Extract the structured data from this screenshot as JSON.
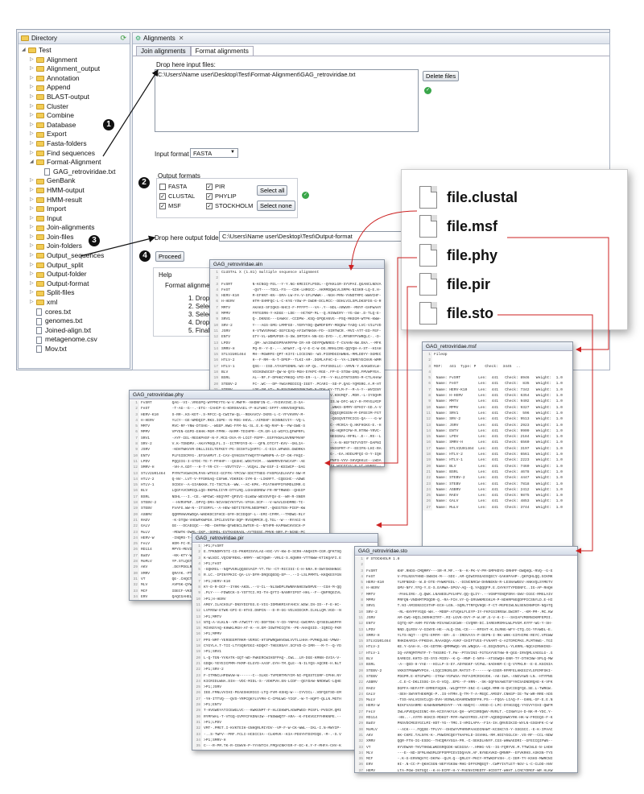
{
  "directory": {
    "title": "Directory",
    "root": "Test",
    "items": [
      {
        "label": "Alignment",
        "type": "folder",
        "level": 1
      },
      {
        "label": "Alignment_output",
        "type": "folder",
        "level": 1
      },
      {
        "label": "Annotation",
        "type": "folder",
        "level": 1
      },
      {
        "label": "Append",
        "type": "folder",
        "level": 1
      },
      {
        "label": "BLAST-output",
        "type": "folder",
        "level": 1
      },
      {
        "label": "Cluster",
        "type": "folder",
        "level": 1
      },
      {
        "label": "Combine",
        "type": "folder",
        "level": 1
      },
      {
        "label": "Database",
        "type": "folder",
        "level": 1
      },
      {
        "label": "Export",
        "type": "folder",
        "level": 1
      },
      {
        "label": "Fasta-folders",
        "type": "folder",
        "level": 1
      },
      {
        "label": "Find sequences",
        "type": "folder",
        "level": 1
      },
      {
        "label": "Format-Alignment",
        "type": "folder",
        "level": 1
      },
      {
        "label": "GAG_retroviridae.txt",
        "type": "file",
        "level": 2
      },
      {
        "label": "GenBank",
        "type": "folder",
        "level": 1
      },
      {
        "label": "HMM-output",
        "type": "folder",
        "level": 1
      },
      {
        "label": "HMM-result",
        "type": "folder",
        "level": 1
      },
      {
        "label": "Import",
        "type": "folder",
        "level": 1
      },
      {
        "label": "Input",
        "type": "folder",
        "level": 1
      },
      {
        "label": "Join-alignments",
        "type": "folder",
        "level": 1
      },
      {
        "label": "Join-files",
        "type": "folder",
        "level": 1
      },
      {
        "label": "Join-folders",
        "type": "folder",
        "level": 1
      },
      {
        "label": "Output_sequences",
        "type": "folder",
        "level": 1
      },
      {
        "label": "Output_split",
        "type": "folder",
        "level": 1
      },
      {
        "label": "Output-folder",
        "type": "folder",
        "level": 1
      },
      {
        "label": "Output-format",
        "type": "folder",
        "level": 1
      },
      {
        "label": "Split-files",
        "type": "folder",
        "level": 1
      },
      {
        "label": "xml",
        "type": "folder",
        "level": 1
      },
      {
        "label": "cores.txt",
        "type": "file",
        "level": 1
      },
      {
        "label": "genomes.txt",
        "type": "file",
        "level": 1
      },
      {
        "label": "Joined-align.txt",
        "type": "file",
        "level": 1
      },
      {
        "label": "metagenome.csv",
        "type": "file",
        "level": 1
      },
      {
        "label": "Mov.txt",
        "type": "file",
        "level": 1
      }
    ]
  },
  "alignments": {
    "title": "Alignments",
    "tabs": [
      "Join alignments",
      "Format alignments"
    ],
    "drop_input_label": "Drop here input files:",
    "input_path": "C:\\Users\\Name user\\Desktop\\Test\\Format-Alignment\\GAG_retroviridae.txt",
    "delete_button": "Delete files",
    "input_format_label": "Input format",
    "input_format_value": "FASTA",
    "output_formats_label": "Output formats",
    "formats": [
      {
        "label": "FASTA",
        "checked": false
      },
      {
        "label": "PIR",
        "checked": true
      },
      {
        "label": "CLUSTAL",
        "checked": true
      },
      {
        "label": "PHYLIP",
        "checked": true
      },
      {
        "label": "MSF",
        "checked": true
      },
      {
        "label": "STOCKHOLM",
        "checked": true
      }
    ],
    "select_all": "Select all",
    "select_none": "Select none",
    "drop_output_label": "Drop here output folder:",
    "output_path": "C:\\Users\\Name user\\Desktop\\Test\\Output-format",
    "proceed": "Proceed",
    "help_title": "Help",
    "help_label": "Format alignment:",
    "help_steps": [
      "1. Drop s",
      "2. Select",
      "3. Select",
      "4. Drop c",
      "5. Final,"
    ]
  },
  "steps": [
    "1",
    "2",
    "3",
    "4"
  ],
  "output_files": [
    "file.clustal",
    "file.msf",
    "file.phy",
    "file.pir",
    "file.sto"
  ],
  "windows": {
    "clustal": {
      "title": "GAG_retroviridae.aln",
      "header": "CLUSTAL X (1.81) multiple sequence alignment"
    },
    "msf": {
      "title": "GAG_retroviridae.msf",
      "header": "FileUp",
      "meta": "MSF:   441  Type: P    Check:  3445  ..",
      "rows": [
        [
          "Name: FvSRT",
          "Len:  441",
          "Check: 8946",
          "Weight:  1.0"
        ],
        [
          "Name: FeST",
          "Len:  441",
          "Check:  835",
          "Weight:  1.0"
        ],
        [
          "Name: HERV-K10",
          "Len:  441",
          "Check: 7342",
          "Weight:  1.0"
        ],
        [
          "Name: H-HERV",
          "Len:  441",
          "Check: 6354",
          "Weight:  1.0"
        ],
        [
          "Name: MMTV",
          "Len:  441",
          "Check: 9402",
          "Weight:  1.0"
        ],
        [
          "Name: MPMV",
          "Len:  441",
          "Check: 9327",
          "Weight:  1.0"
        ],
        [
          "Name: SRV1",
          "Len:  441",
          "Check:  596",
          "Weight:  1.0"
        ],
        [
          "Name: SRV-2",
          "Len:  441",
          "Check: 9513",
          "Weight:  1.0"
        ],
        [
          "Name: JSRV",
          "Len:  441",
          "Check: 2923",
          "Weight:  1.0"
        ],
        [
          "Name: ENTV",
          "Len:  441",
          "Check: 9909",
          "Weight:  1.0"
        ],
        [
          "Name: LPDV",
          "Len:  441",
          "Check: 2184",
          "Weight:  1.0"
        ],
        [
          "Name: SMRV-H",
          "Len:  441",
          "Check: 6560",
          "Weight:  1.0"
        ],
        [
          "Name: STLV2U01464",
          "Len:  441",
          "Check: 3197",
          "Weight:  1.0"
        ],
        [
          "Name: HTLV-2",
          "Len:  441",
          "Check: 6561",
          "Weight:  1.0"
        ],
        [
          "Name: HTLV-1",
          "Len:  441",
          "Check: 2223",
          "Weight:  1.0"
        ],
        [
          "Name: BLV",
          "Len:  441",
          "Check: 7460",
          "Weight:  1.0"
        ],
        [
          "Name: BSRL",
          "Len:  441",
          "Check: 4678",
          "Weight:  1.0"
        ],
        [
          "Name: STEBV-2",
          "Len:  441",
          "Check: 4447",
          "Weight:  1.0"
        ],
        [
          "Name: STEBV",
          "Len:  441",
          "Check: 7818",
          "Weight:  1.0"
        ],
        [
          "Name: ASBRV",
          "Len:  441",
          "Check: 2412",
          "Weight:  1.0"
        ],
        [
          "Name: RAEV",
          "Len:  441",
          "Check: 9875",
          "Weight:  1.0"
        ],
        [
          "Name: GALV",
          "Len:  441",
          "Check: 4853",
          "Weight:  1.0"
        ],
        [
          "Name: MuLV",
          "Len:  441",
          "Check: 3744",
          "Weight:  1.0"
        ]
      ]
    },
    "phy": {
      "title": "GAG_retroviridae.phy"
    },
    "pir": {
      "title": "GAG_retroviridae.pir"
    },
    "sto": {
      "title": "GAG_retroviridae.sto",
      "header": "# STOCKHOLM 1.0"
    }
  },
  "seq_names": [
    "FvSRT",
    "FeST",
    "HERV-K10",
    "H-HERV",
    "MMTV",
    "MPMV",
    "SRV1",
    "SRV-2",
    "JSRV",
    "ENTV",
    "LPDV",
    "SMRV-H",
    "STLV2U01464",
    "HTLV-2",
    "HTLV-1",
    "BLV",
    "BSRL",
    "STEBV-2",
    "STEBV",
    "ASBRV",
    "RAEV",
    "GALV",
    "MuLV",
    "HERV-W",
    "FeLV",
    "RD114",
    "BaEV",
    "MoMLV",
    "AKV",
    "XMRV",
    "VT",
    "MLV",
    "MCF",
    "ERV",
    "HEMV"
  ]
}
